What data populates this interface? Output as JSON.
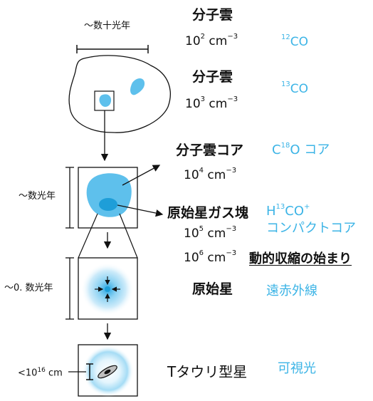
{
  "colors": {
    "tracer": "#3cb4e6",
    "cloud_fill": "#5ec0ec",
    "core_fill": "#1e9ed8",
    "line": "#111111"
  },
  "scale_top": "〜数十光年",
  "stages": [
    {
      "label": "分子雲",
      "density_base": "10",
      "density_exp": "2",
      "density_unit": " cm",
      "density_unit_exp": "−3",
      "tracer_sup": "12",
      "tracer_rest": "CO"
    },
    {
      "label": "分子雲",
      "density_base": "10",
      "density_exp": "3",
      "density_unit": " cm",
      "density_unit_exp": "−3",
      "tracer_sup": "13",
      "tracer_rest": "CO"
    },
    {
      "label": "分子雲コア",
      "density_base": "10",
      "density_exp": "4",
      "density_unit": " cm",
      "density_unit_exp": "−3",
      "tracer_pre": "C",
      "tracer_sup": "18",
      "tracer_rest": "O コア"
    },
    {
      "label": "原始星ガス塊",
      "density_base": "10",
      "density_exp": "5",
      "density_unit": " cm",
      "density_unit_exp": "−3",
      "tracer_pre": "H",
      "tracer_sup": "13",
      "tracer_rest": "CO",
      "tracer_sup2": "+",
      "tracer_line2": "コンパクトコア"
    },
    {
      "density_base": "10",
      "density_exp": "6",
      "density_unit": " cm",
      "density_unit_exp": "−3",
      "note": "動的収縮の始まり"
    },
    {
      "label": "原始星",
      "tracer": "遠赤外線"
    },
    {
      "label": "Tタウリ型星",
      "tracer": "可視光"
    }
  ],
  "scale_core": "〜数光年",
  "scale_protostar": "〜0. 数光年",
  "scale_ttauri_pre": "<10",
  "scale_ttauri_exp": "16",
  "scale_ttauri_unit": " cm"
}
